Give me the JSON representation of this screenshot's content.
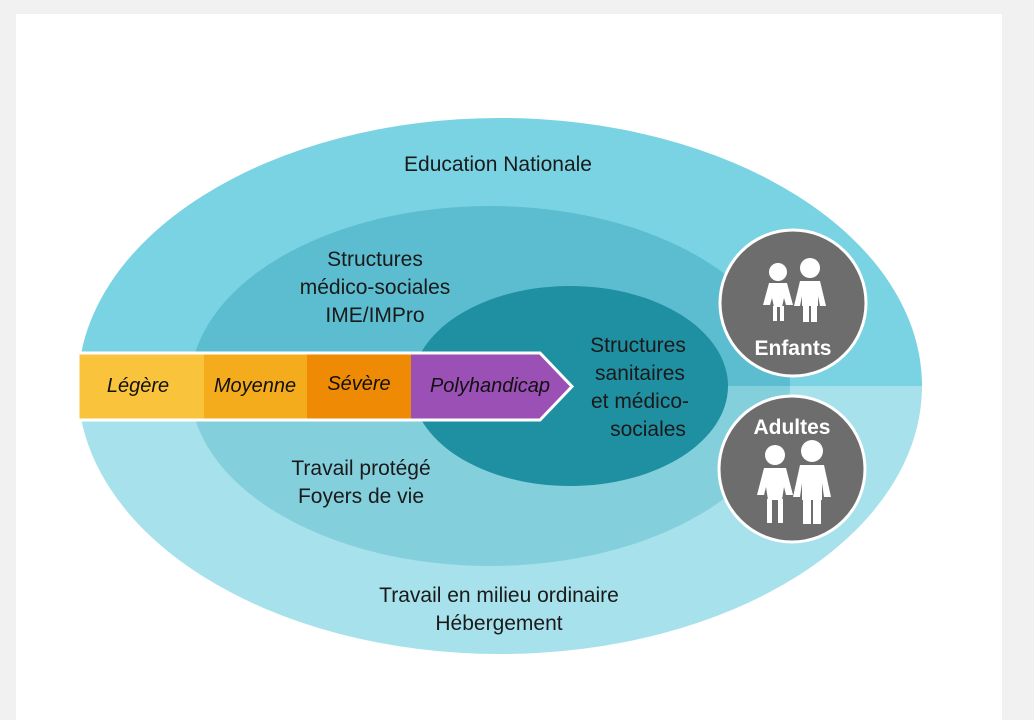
{
  "colors": {
    "outer_top": "#79d3e3",
    "outer_bottom": "#a7e1ec",
    "middle_top": "#5bbdcf",
    "middle_bottom": "#84cfdc",
    "inner": "#1f8fa2",
    "stage_legere": "#f9c43c",
    "stage_moyenne": "#f4ac1c",
    "stage_severe": "#ef8a04",
    "stage_polyhandicap": "#9a50b4",
    "badge": "#6d6d6d"
  },
  "diagram": {
    "outer_label": "Education Nationale",
    "middle_label": [
      "Structures",
      "médico-sociales",
      "IME/IMPro"
    ],
    "inner_label": [
      "Structures",
      "sanitaires",
      "et médico-",
      "sociales"
    ],
    "lower_middle_label": [
      "Travail protégé",
      "Foyers de vie"
    ],
    "lower_outer_label": [
      "Travail en milieu ordinaire",
      "Hébergement"
    ]
  },
  "stages": [
    {
      "label": "Légère",
      "color_key": "stage_legere"
    },
    {
      "label": "Moyenne",
      "color_key": "stage_moyenne"
    },
    {
      "label": "Sévère",
      "color_key": "stage_severe"
    },
    {
      "label": "Polyhandicap",
      "color_key": "stage_polyhandicap"
    }
  ],
  "badges": {
    "children": {
      "label": "Enfants",
      "icon": "children-icon"
    },
    "adults": {
      "label": "Adultes",
      "icon": "adults-icon"
    }
  }
}
